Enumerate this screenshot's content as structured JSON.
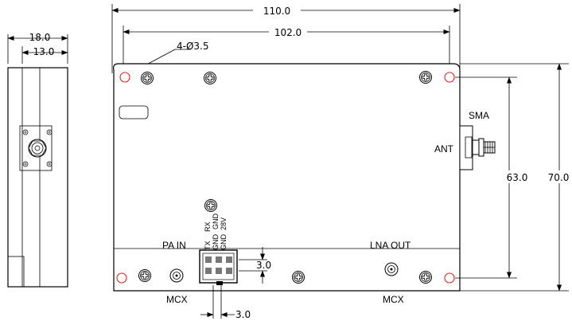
{
  "dimensions": {
    "overall_width": "110.0",
    "hole_spacing_width": "102.0",
    "mounting_holes": "4-Ø3.5",
    "hole_spacing_height": "63.0",
    "overall_height": "70.0",
    "side_thickness": "18.0",
    "side_inner": "13.0",
    "pin_pitch_vertical": "3.0",
    "pin_pitch_horizontal": "3.0"
  },
  "labels": {
    "sma": "SMA",
    "ant": "ANT",
    "pa_in": "PA IN",
    "lna_out": "LNA OUT",
    "mcx_left": "MCX",
    "mcx_right": "MCX"
  },
  "pins": {
    "tx": "TX",
    "rx": "RX",
    "gnd_1": "GND",
    "gnd_2": "GND",
    "gnd_3": "GND",
    "v28": "28V"
  },
  "colors": {
    "line": "#000000",
    "hole": "#e0201b"
  },
  "icons": [
    "screw-icon",
    "mounting-hole-icon",
    "sma-connector-icon",
    "mcx-connector-icon"
  ]
}
